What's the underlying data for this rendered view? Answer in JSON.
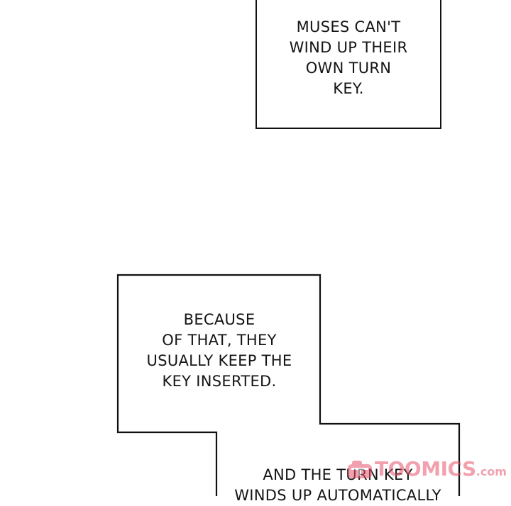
{
  "captions": {
    "top": {
      "lines": [
        "MUSES CAN'T",
        "WIND UP THEIR",
        "OWN TURN",
        "KEY."
      ]
    },
    "middle": {
      "lines": [
        "BECAUSE",
        "OF THAT, THEY",
        "USUALLY KEEP THE",
        "KEY INSERTED."
      ]
    },
    "bottom": {
      "lines": [
        "AND THE TURN KEY",
        "WINDS UP AUTOMATICALLY"
      ]
    }
  },
  "watermark": {
    "brand": "TOOMICS",
    "suffix": ".com",
    "color": "#e8546c"
  },
  "colors": {
    "background": "#ffffff",
    "border": "#111111",
    "text": "#151515"
  }
}
